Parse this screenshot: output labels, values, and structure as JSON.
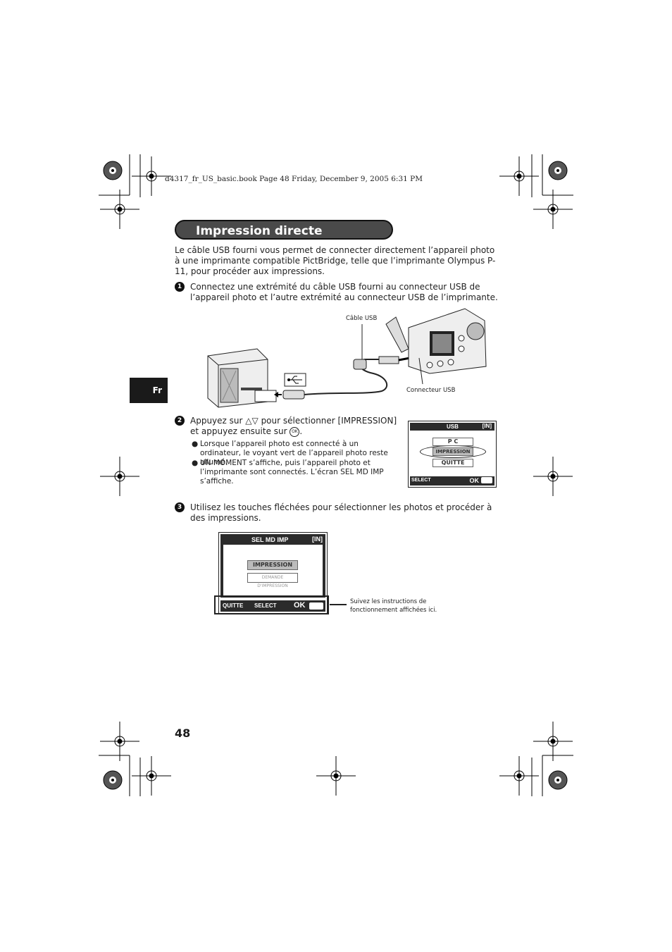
{
  "header": {
    "file_line": "d4317_fr_US_basic.book  Page 48  Friday, December 9, 2005  6:31 PM"
  },
  "section": {
    "title": "Impression directe (PictBridge)",
    "lang_tab": "Fr"
  },
  "intro": "Le câble USB fourni vous permet de connecter directement l’appareil photo à une imprimante compatible PictBridge, telle que l’imprimante Olympus P-11, pour procéder aux impressions.",
  "steps": [
    {
      "num": "1",
      "text": "Connectez une extrémité du câble USB fourni au connecteur USB de l’appareil photo et l’autre extrémité au connecteur USB de l’imprimante."
    },
    {
      "num": "2",
      "text_a": "Appuyez sur",
      "text_b": "pour sélectionner [IMPRESSION] et appuyez ensuite sur",
      "text_c": ".",
      "bullets": [
        "Lorsque l’appareil photo est connecté à un ordinateur, le voyant vert de l’appareil photo reste allumé.",
        "UN MOMENT s’affiche, puis l’appareil photo et l’imprimante sont connectés. L’écran SEL MD IMP s’affiche."
      ]
    },
    {
      "num": "3",
      "text": "Utilisez les touches fléchées pour sélectionner les photos et procéder à des impressions."
    }
  ],
  "diagram": {
    "cable_label": "Câble USB",
    "connector_label": "Connecteur USB"
  },
  "usb_screen": {
    "title": "USB",
    "badge": "[IN]",
    "items": [
      "P C",
      "IMPRESSION",
      "QUITTE"
    ],
    "selected": "IMPRESSION",
    "footer_left": "SELECT",
    "footer_right": "OK"
  },
  "print_screen": {
    "title": "SEL MD IMP",
    "badge": "[IN]",
    "items": [
      "IMPRESSION",
      "DEMANDE D'IMPRESSION"
    ],
    "footer_quit": "QUITTE",
    "footer_select": "SELECT",
    "footer_ok": "OK",
    "callout": "Suivez les instructions de fonctionnement affichées ici."
  },
  "page_number": "48",
  "icons": [
    "registration-mark-icon",
    "crop-mark-icon",
    "usb-icon",
    "up-down-arrow-icon",
    "ok-button-icon"
  ]
}
